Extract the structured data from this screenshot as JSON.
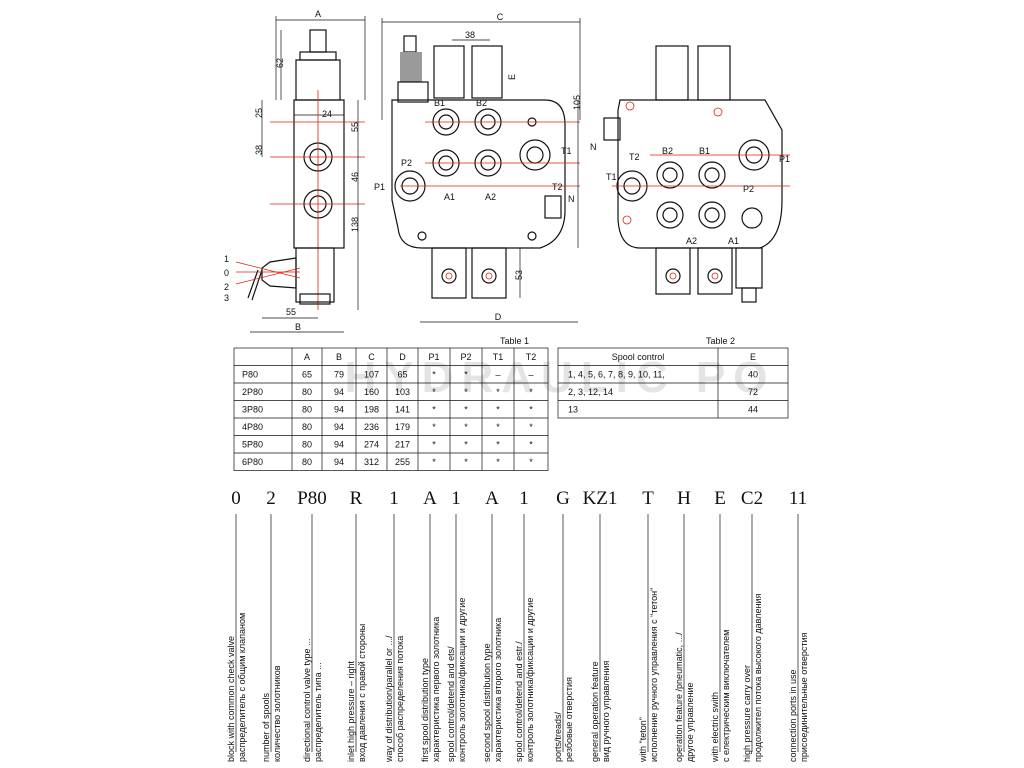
{
  "dims": {
    "A": "A",
    "B": "B",
    "C": "C",
    "D": "D",
    "E": "E",
    "N": "N",
    "v62": "62",
    "v25": "25",
    "v24": "24",
    "v55": "55",
    "v38": "38",
    "v46": "46",
    "v138": "138",
    "v55b": "55",
    "v38top": "38",
    "v105": "105",
    "v53": "53",
    "lever_positions": [
      "1",
      "0",
      "2",
      "3"
    ]
  },
  "ports_front": {
    "B1": "B1",
    "B2": "B2",
    "P2": "P2",
    "P1": "P1",
    "A1": "A1",
    "A2": "A2",
    "T1": "T1",
    "T2": "T2"
  },
  "ports_rear": {
    "T2": "T2",
    "B2": "B2",
    "B1": "B1",
    "P1": "P1",
    "T1": "T1",
    "P2": "P2",
    "A2": "A2",
    "A1": "A1",
    "N": "N"
  },
  "table1": {
    "caption": "Table 1",
    "headers": [
      "",
      "A",
      "B",
      "C",
      "D",
      "P1",
      "P2",
      "T1",
      "T2"
    ],
    "rows": [
      [
        "P80",
        "65",
        "79",
        "107",
        "65",
        "*",
        "*",
        "–",
        "–"
      ],
      [
        "2P80",
        "80",
        "94",
        "160",
        "103",
        "*",
        "*",
        "*",
        "*"
      ],
      [
        "3P80",
        "80",
        "94",
        "198",
        "141",
        "*",
        "*",
        "*",
        "*"
      ],
      [
        "4P80",
        "80",
        "94",
        "236",
        "179",
        "*",
        "*",
        "*",
        "*"
      ],
      [
        "5P80",
        "80",
        "94",
        "274",
        "217",
        "*",
        "*",
        "*",
        "*"
      ],
      [
        "6P80",
        "80",
        "94",
        "312",
        "255",
        "*",
        "*",
        "*",
        "*"
      ]
    ]
  },
  "table2": {
    "caption": "Table 2",
    "headers": [
      "Spool control",
      "E"
    ],
    "rows": [
      [
        "1, 4, 5, 6, 7, 8, 9, 10, 11,",
        "40"
      ],
      [
        "2, 3, 12, 14",
        "72"
      ],
      [
        "13",
        "44"
      ]
    ]
  },
  "watermark": "HYDRAULIC PO",
  "code_segments": [
    {
      "code": "0",
      "en": "block with common check valve",
      "ru": "распределитель с общим клапаном"
    },
    {
      "code": "2",
      "en": "number of spools",
      "ru": "количество золотников"
    },
    {
      "code": "P80",
      "en": "directional control valve type ...",
      "ru": "распределитель типа ..."
    },
    {
      "code": "R",
      "en": "inlet high pressure – right",
      "ru": "вход давления с правой стороны"
    },
    {
      "code": "1",
      "en": "way of distribution/parallel or .../",
      "ru": "способ распределения потока"
    },
    {
      "code": "A",
      "en": "first spool distribution type",
      "ru": "характеристика первого золотника"
    },
    {
      "code": "1",
      "en": "spool control/detend and ets/",
      "ru": "контроль золотника/фиксации и другие"
    },
    {
      "code": "A",
      "en": "second spool distribution type",
      "ru": "характеристика второго золотника"
    },
    {
      "code": "1",
      "en": "spool control/detend and estr./",
      "ru": "контроль золотника/фиксации и другие"
    },
    {
      "code": "G",
      "en": "ports/treads/",
      "ru": "резбовые отверстия"
    },
    {
      "code": "KZ1",
      "en": "general operation feature",
      "ru": "вид ручного управления"
    },
    {
      "code": "T",
      "en": "with \"teton\"",
      "ru": "исполнение ручного управления с \"тетон\""
    },
    {
      "code": "H",
      "en": "operation feature /pneumatic, .../",
      "ru": "другое управление"
    },
    {
      "code": "E",
      "en": "with electric swith",
      "ru": "с електрическим виключателем"
    },
    {
      "code": "C2",
      "en": "high pressure carry over",
      "ru": "продолжител потока высокого давления"
    },
    {
      "code": "11",
      "en": "connection ports in use",
      "ru": "присоединительные отверстия"
    }
  ]
}
